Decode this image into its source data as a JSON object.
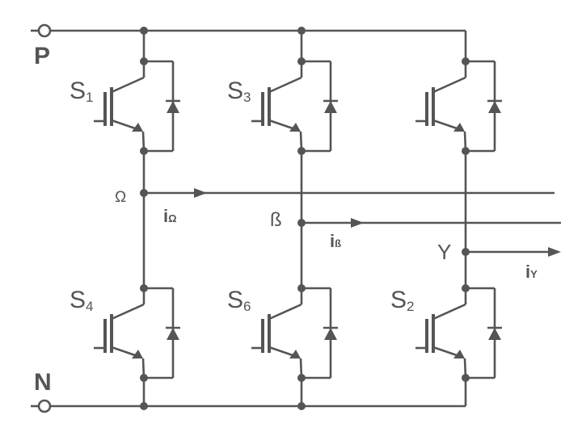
{
  "terminals": {
    "positive": "P",
    "negative": "N"
  },
  "switches": [
    {
      "letter": "S",
      "index": "1"
    },
    {
      "letter": "S",
      "index": "3"
    },
    {
      "letter": "S",
      "index": "4"
    },
    {
      "letter": "S",
      "index": "6"
    },
    {
      "letter": "S",
      "index": "2"
    }
  ],
  "phase_nodes": [
    "Ω",
    "ß",
    "Y"
  ],
  "phase_currents": [
    {
      "symbol": "i",
      "sub": "Ω"
    },
    {
      "symbol": "i",
      "sub": "ß"
    },
    {
      "symbol": "i",
      "sub": "Y"
    }
  ],
  "colors": {
    "line": "#555555",
    "background": "#ffffff"
  }
}
